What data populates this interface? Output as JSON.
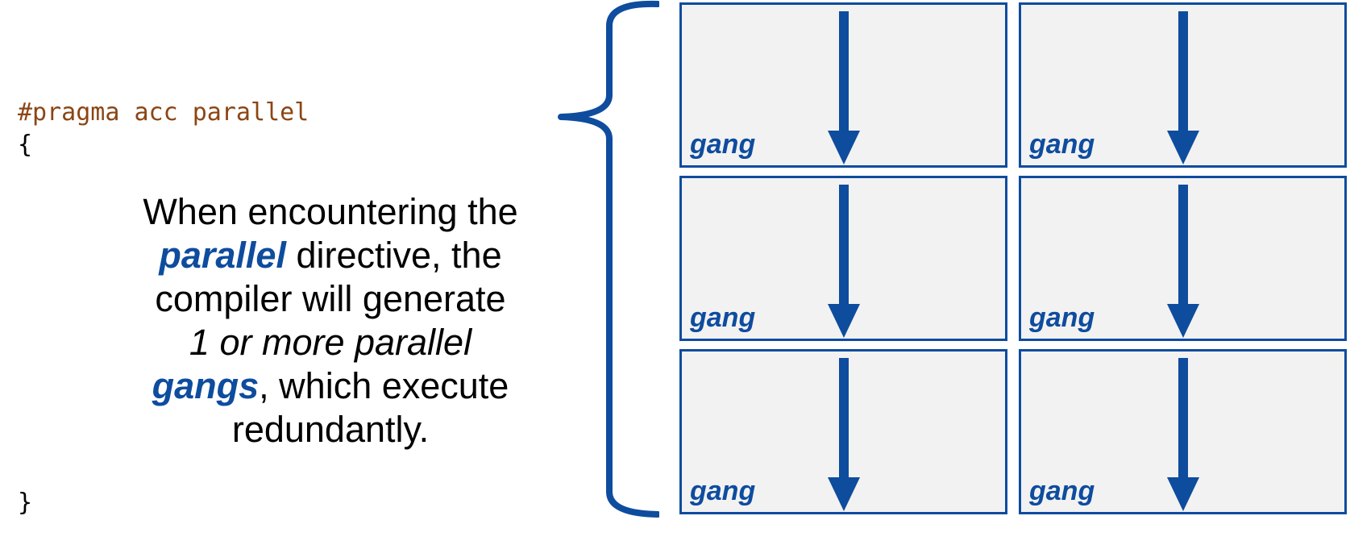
{
  "code": {
    "pragma": "#pragma acc parallel",
    "open_brace": "{",
    "close_brace": "}"
  },
  "explanation": {
    "line1": "When encountering the",
    "keyword_parallel": "parallel",
    "line2_rest": " directive, the",
    "line3": "compiler will generate",
    "line4_italic": "1 or more parallel",
    "keyword_gangs": "gangs",
    "line5_rest": ", which execute",
    "line6": "redundantly."
  },
  "gangs": [
    {
      "label": "gang"
    },
    {
      "label": "gang"
    },
    {
      "label": "gang"
    },
    {
      "label": "gang"
    },
    {
      "label": "gang"
    },
    {
      "label": "gang"
    }
  ],
  "colors": {
    "accent_blue": "#0E4C9E",
    "code_orange": "#8B4513",
    "cell_fill": "#f2f2f2"
  }
}
